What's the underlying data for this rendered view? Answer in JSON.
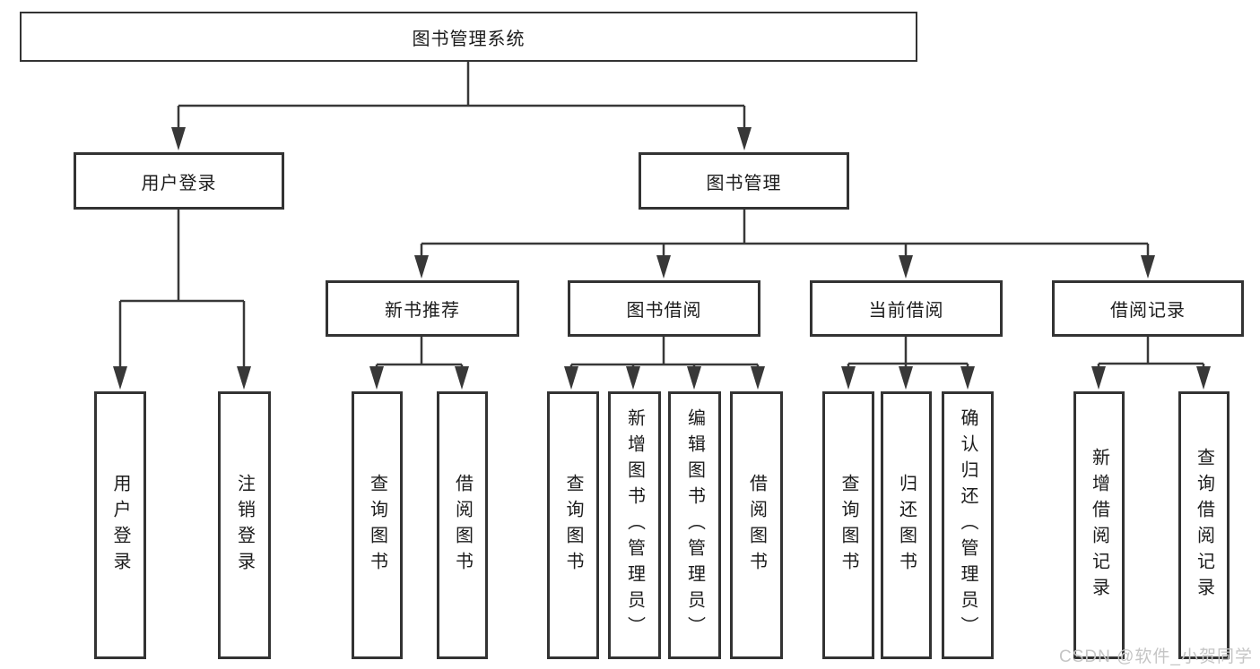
{
  "diagram_title": "图书管理系统",
  "nodes": {
    "root": "图书管理系统",
    "user_login": "用户登录",
    "book_management": "图书管理",
    "new_book_recommend": "新书推荐",
    "book_borrow": "图书借阅",
    "current_borrow": "当前借阅",
    "borrow_record": "借阅记录",
    "leaf_user_login": "用户登录",
    "leaf_logout": "注销登录",
    "leaf_query_book_1": "查询图书",
    "leaf_borrow_book_1": "借阅图书",
    "leaf_query_book_2": "查询图书",
    "leaf_add_book_admin": "新增图书（管理员）",
    "leaf_edit_book_admin": "编辑图书（管理员）",
    "leaf_borrow_book_2": "借阅图书",
    "leaf_query_book_3": "查询图书",
    "leaf_return_book": "归还图书",
    "leaf_confirm_return_admin": "确认归还（管理员）",
    "leaf_add_borrow_record": "新增借阅记录",
    "leaf_query_borrow_record": "查询借阅记录"
  },
  "hierarchy": {
    "图书管理系统": {
      "用户登录": [
        "用户登录",
        "注销登录"
      ],
      "图书管理": {
        "新书推荐": [
          "查询图书",
          "借阅图书"
        ],
        "图书借阅": [
          "查询图书",
          "新增图书（管理员）",
          "编辑图书（管理员）",
          "借阅图书"
        ],
        "当前借阅": [
          "查询图书",
          "归还图书",
          "确认归还（管理员）"
        ],
        "借阅记录": [
          "新增借阅记录",
          "查询借阅记录"
        ]
      }
    }
  },
  "watermark": "CSDN @软件_小贺同学",
  "colors": {
    "background": "#ffffff",
    "line": "#383838",
    "box_border": "#333333",
    "text": "#1c1c1c",
    "watermark": "#c5c5c5"
  }
}
